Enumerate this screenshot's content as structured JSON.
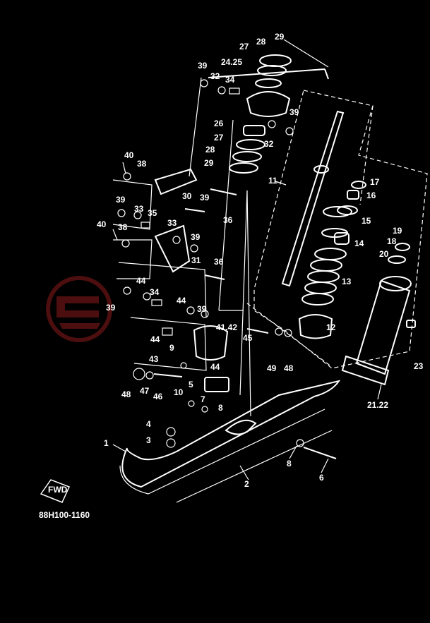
{
  "diagram_code": "88H100-1160",
  "front_marker": "FWD",
  "part_numbers": [
    "1",
    "2",
    "3",
    "4",
    "5",
    "6",
    "7",
    "8",
    "8",
    "9",
    "10",
    "11",
    "12",
    "13",
    "14",
    "15",
    "16",
    "17",
    "18",
    "19",
    "20",
    "21.22",
    "23",
    "24.25",
    "26",
    "27",
    "27",
    "28",
    "28",
    "29",
    "29",
    "30",
    "31",
    "32",
    "32",
    "33",
    "33",
    "34",
    "34",
    "35",
    "36",
    "36",
    "38",
    "38",
    "39",
    "39",
    "39",
    "39",
    "39",
    "39",
    "39",
    "40",
    "40",
    "41.42",
    "43",
    "44",
    "44",
    "44",
    "44",
    "45",
    "46",
    "47",
    "48",
    "48",
    "49"
  ],
  "colors": {
    "background": "#000000",
    "line": "#ffffff",
    "watermark": "#8b1a1a"
  }
}
